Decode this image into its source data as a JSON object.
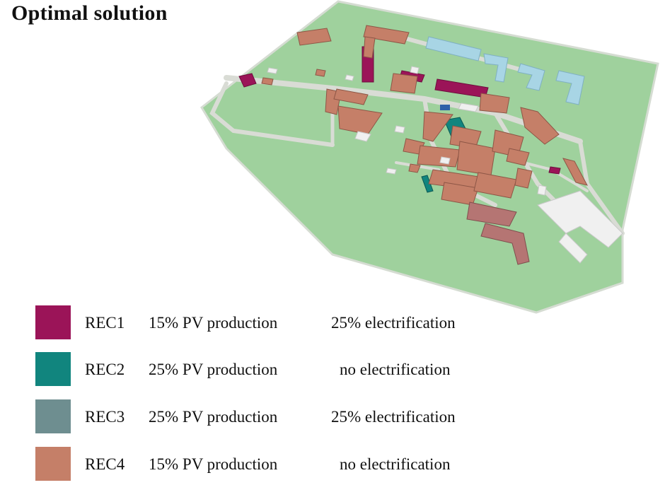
{
  "title": "Optimal solution",
  "colors": {
    "REC1": "#9b1458",
    "REC2": "#11857e",
    "REC3": "#6e8e90",
    "REC4": "#c57f68",
    "ground": "#9fd19d",
    "roads": "#d9dcd5",
    "unassigned_building": "#f0f0f0",
    "blue_building": "#a8d5e5"
  },
  "legend": [
    {
      "name": "REC1",
      "pv": "15% PV production",
      "electrification": "25% electrification",
      "color": "#9b1458"
    },
    {
      "name": "REC2",
      "pv": "25% PV production",
      "electrification": "no electrification",
      "color": "#11857e"
    },
    {
      "name": "REC3",
      "pv": "25% PV production",
      "electrification": "25% electrification",
      "color": "#6e8e90"
    },
    {
      "name": "REC4",
      "pv": "15% PV production",
      "electrification": "no electrification",
      "color": "#c57f68"
    }
  ]
}
